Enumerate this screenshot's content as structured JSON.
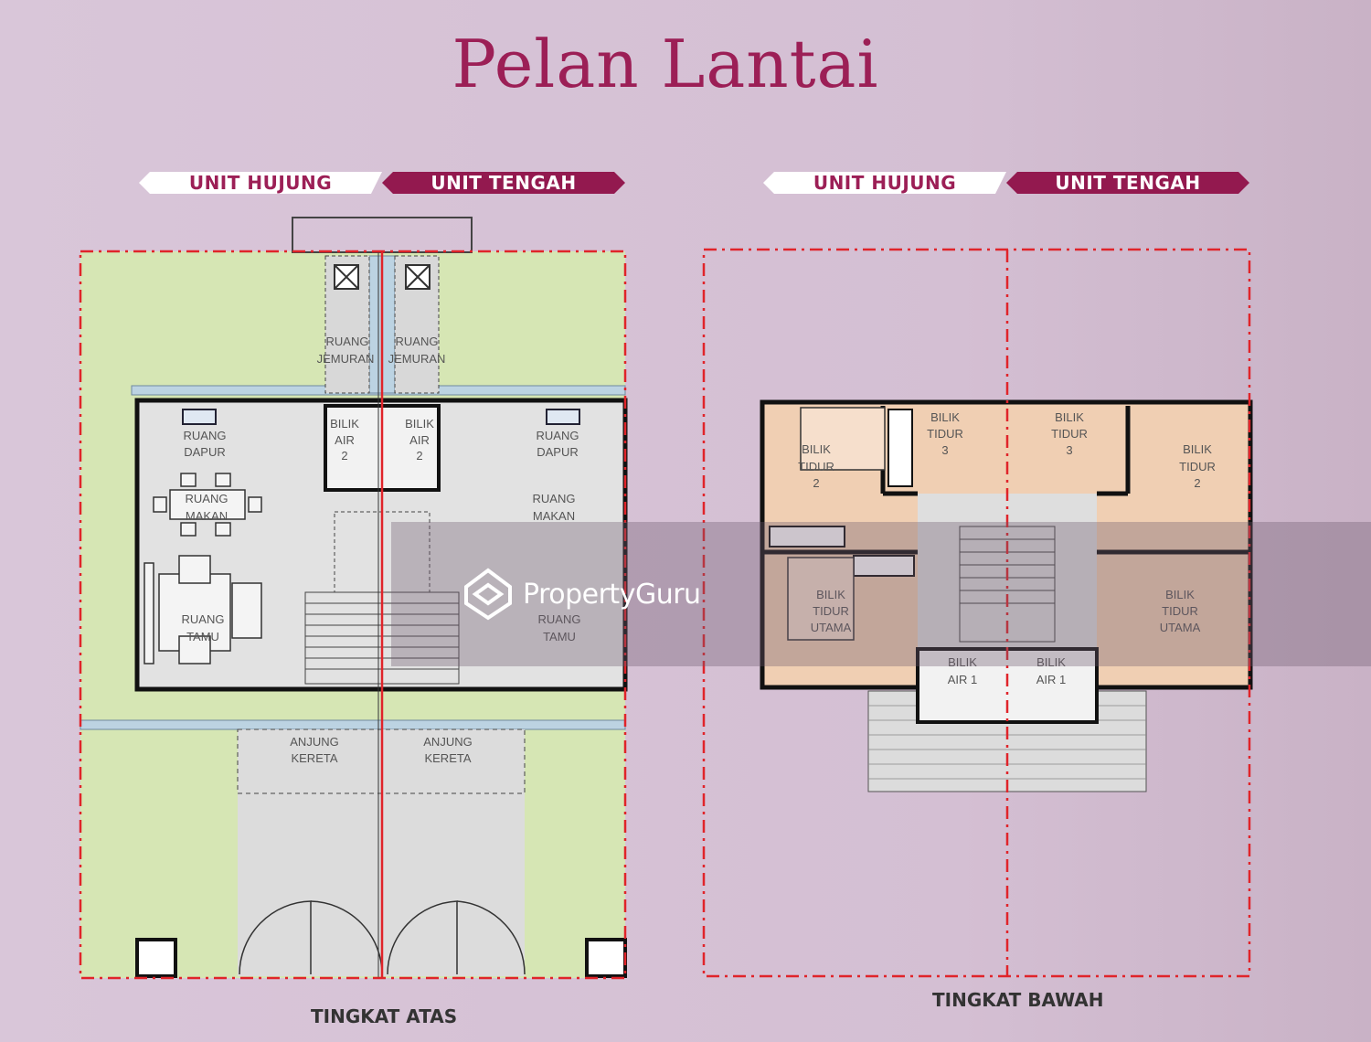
{
  "title": "Pelan Lantai",
  "left_plan": {
    "ribbon_end": "UNIT HUJUNG",
    "ribbon_middle": "UNIT TENGAH",
    "caption": "TINGKAT ATAS",
    "rooms": {
      "jemuran": [
        "RUANG",
        "JEMURAN"
      ],
      "dapur": [
        "RUANG",
        "DAPUR"
      ],
      "makan": [
        "RUANG",
        "MAKAN"
      ],
      "tamu": [
        "RUANG",
        "TAMU"
      ],
      "bilik_air": [
        "BILIK",
        "AIR",
        "2"
      ],
      "anjung": [
        "ANJUNG",
        "KERETA"
      ]
    }
  },
  "right_plan": {
    "ribbon_end": "UNIT HUJUNG",
    "ribbon_middle": "UNIT TENGAH",
    "caption": "TINGKAT BAWAH",
    "rooms": {
      "bilik_tidur_2": [
        "BILIK",
        "TIDUR",
        "2"
      ],
      "bilik_tidur_3": [
        "BILIK",
        "TIDUR",
        "3"
      ],
      "bilik_tidur_utama": [
        "BILIK",
        "TIDUR",
        "UTAMA"
      ],
      "bilik_air_1": [
        "BILIK",
        "AIR 1"
      ]
    }
  },
  "watermark": "PropertyGuru",
  "colors": {
    "accent": "#9c1f56",
    "garden": "#d6e6b4",
    "bedroom": "#f0cfb3",
    "boundary": "#e0242a"
  }
}
